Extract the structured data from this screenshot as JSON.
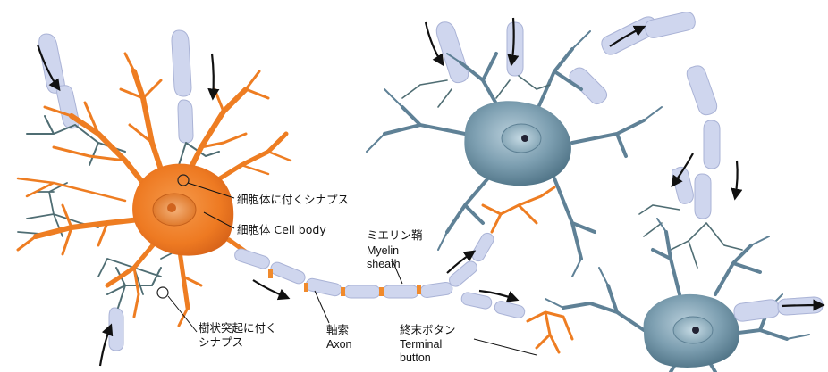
{
  "labels": {
    "synapse_cell_body": "細胞体に付くシナプス",
    "cell_body": "細胞体 Cell body",
    "myelin_ja": "ミエリン鞘",
    "myelin_en1": "Myelin",
    "myelin_en2": "sheath",
    "dendrite_synapse1": "樹状突起に付く",
    "dendrite_synapse2": "シナプス",
    "axon_ja": "軸索",
    "axon_en": "Axon",
    "terminal_ja": "終末ボタン",
    "terminal_en1": "Terminal",
    "terminal_en2": "button"
  },
  "colors": {
    "orange_neuron": "#f07a22",
    "blue_neuron": "#5d8598",
    "myelin": "#cfd6ee",
    "arrow": "#111111"
  }
}
